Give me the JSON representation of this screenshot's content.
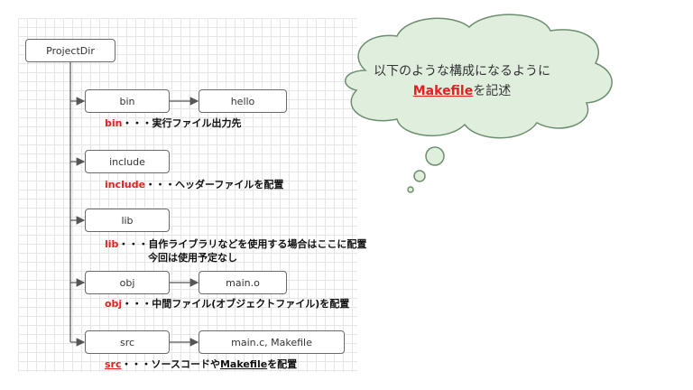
{
  "root": {
    "label": "ProjectDir"
  },
  "folders": [
    {
      "label": "bin",
      "child": "hello",
      "note_key": "bin",
      "note_rest": "・・・実行ファイル出力先"
    },
    {
      "label": "include",
      "child": "",
      "note_key": "include",
      "note_rest": "・・・ヘッダーファイルを配置"
    },
    {
      "label": "lib",
      "child": "",
      "note_key": "lib",
      "note_rest": "・・・自作ライブラリなどを使用する場合はここに配置",
      "note_line2": "今回は使用予定なし"
    },
    {
      "label": "obj",
      "child": "main.o",
      "note_key": "obj",
      "note_rest": "・・・中間ファイル(オブジェクトファイル)を配置"
    },
    {
      "label": "src",
      "child": "main.c, Makefile",
      "note_key": "src",
      "note_rest_a": "・・・ソースコードや",
      "note_mk": "Makefile",
      "note_rest_b": "を配置"
    }
  ],
  "callout": {
    "line1": "以下のような構成になるように",
    "makefile": "Makefile",
    "line2_rest": "を記述"
  },
  "colors": {
    "accent": "#e41f1f",
    "cloud_fill": "#dfeedd",
    "cloud_stroke": "#6d8e6f",
    "line": "#555555"
  }
}
